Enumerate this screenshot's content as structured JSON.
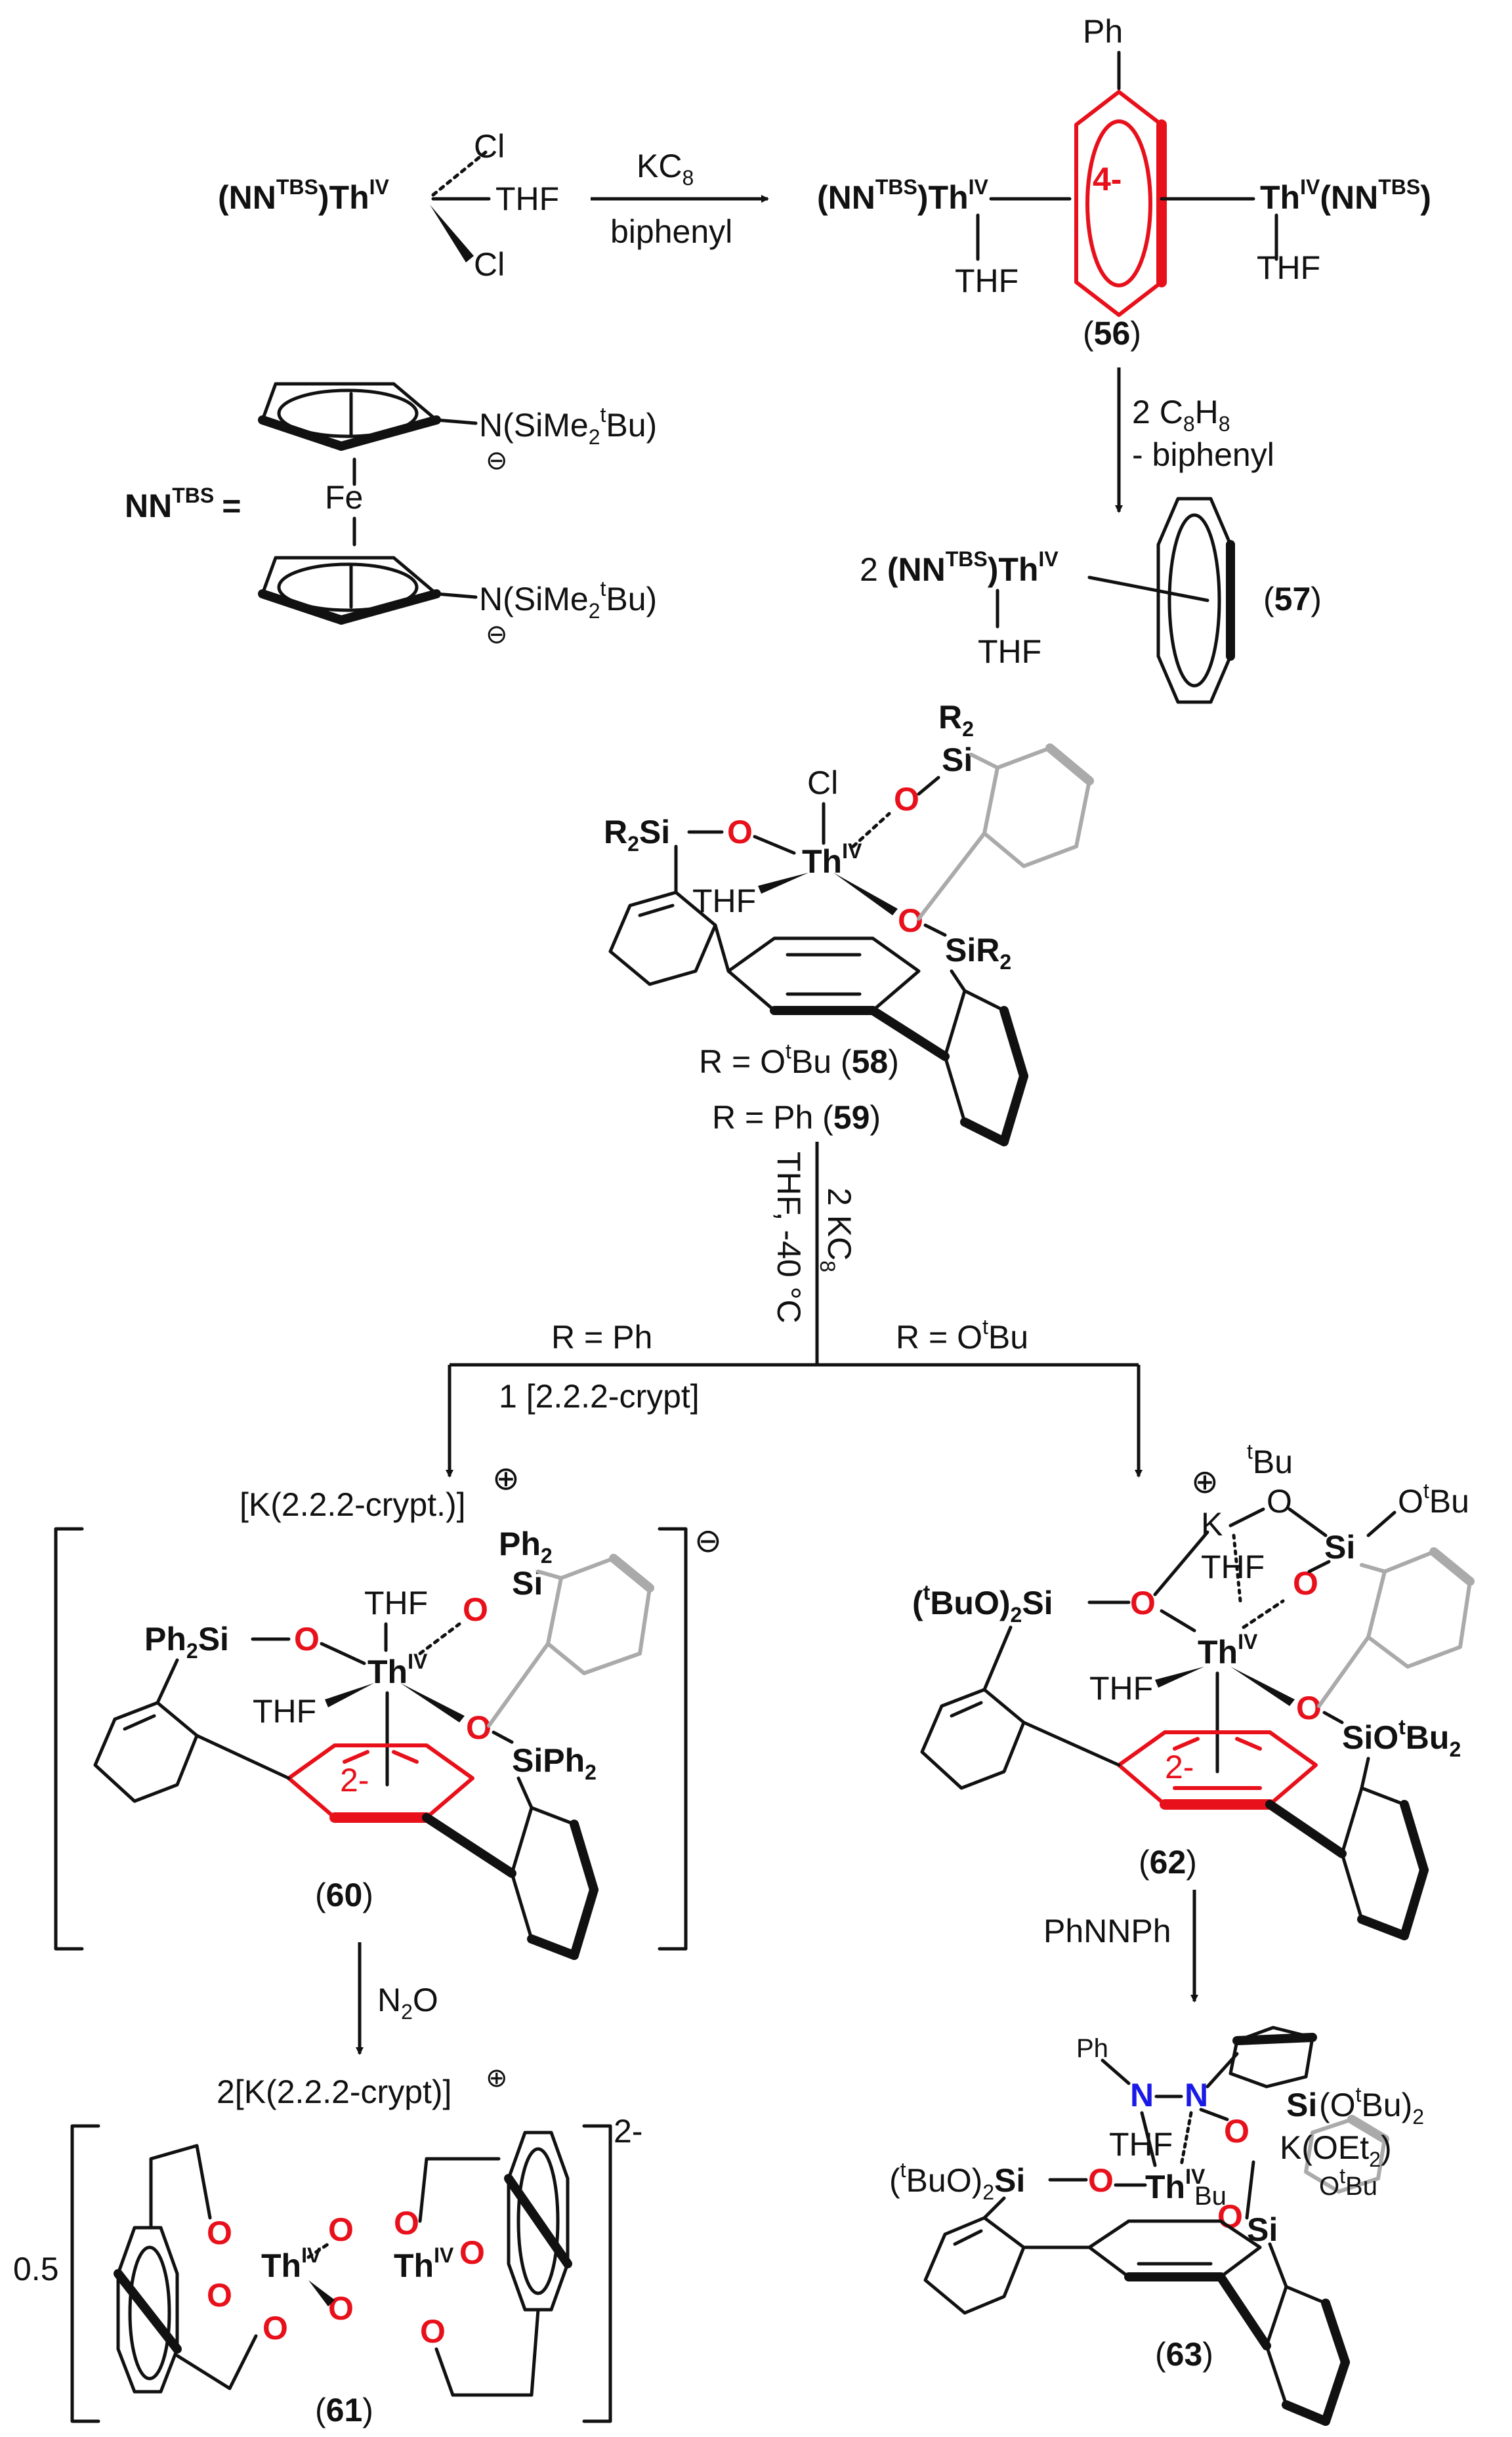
{
  "colors": {
    "oxygen": "#e8101a",
    "nitrogen": "#1a1ae8",
    "reduced_ring": "#e8101a",
    "back_ring": "#aaaaaa",
    "ink": "#111111"
  },
  "reaction1": {
    "start": {
      "left": "(NN",
      "sup": "TBS",
      "metal": ")Th",
      "ox": "IV",
      "cl_top": "Cl",
      "thf": "THF",
      "cl_bottom": "Cl"
    },
    "reagent": {
      "kc": "KC",
      "kc_sub": "8",
      "solvent": "biphenyl"
    }
  },
  "compound56": {
    "left_group": "(NN",
    "left_sup": "TBS",
    "left_metal": ")Th",
    "left_ox": "IV",
    "left_thf": "THF",
    "ring_substituent": "Ph",
    "ring_charge": "4-",
    "right_metal": "Th",
    "right_ox": "IV",
    "right_group": "(NN",
    "right_sup": "TBS",
    "right_close": ")",
    "right_thf": "THF",
    "label_open": "(",
    "label": "56",
    "label_close": ")"
  },
  "ligand_def": {
    "name": "NN",
    "sup": "TBS",
    "equals": "=",
    "fe": "Fe",
    "amide_top": "N(SiMe",
    "amide_top_sub": "2",
    "amide_top_sup": "t",
    "amide_top_end": "Bu)",
    "amide_bottom": "N(SiMe",
    "amide_bottom_sub": "2",
    "amide_bottom_sup": "t",
    "amide_bottom_end": "Bu)"
  },
  "reaction2": {
    "reagent_pre": "2 C",
    "reagent_sub": "8",
    "reagent_mid": "H",
    "reagent_sub2": "8",
    "byproduct": "- biphenyl"
  },
  "compound57": {
    "coef": "2",
    "group": "(NN",
    "sup": "TBS",
    "metal": ")Th",
    "ox": "IV",
    "thf": "THF",
    "label_open": "(",
    "label": "57",
    "label_close": ")"
  },
  "compound58_59": {
    "cl": "Cl",
    "r2si_left": "R",
    "r2si_left_sub": "2",
    "r2si_left_end": "Si",
    "o": "O",
    "r2_top": "R",
    "r2_top_sub": "2",
    "si_top": "Si",
    "th": "Th",
    "ox": "IV",
    "thf": "THF",
    "sir2_right": "SiR",
    "sir2_right_sub": "2",
    "r1_pre": "R = O",
    "r1_sup": "t",
    "r1_post": "Bu (",
    "r1_label": "58",
    "r1_close": ")",
    "r2_pre": "R = Ph (",
    "r2_label": "59",
    "r2_close": ")"
  },
  "reaction3": {
    "solvent": "THF, -40 °C",
    "reagent_pre": "2 KC",
    "reagent_sub": "8",
    "branch_left": "R = Ph",
    "branch_left_extra": "1 [2.2.2-crypt]",
    "branch_right_pre": "R = O",
    "branch_right_sup": "t",
    "branch_right_post": "Bu"
  },
  "compound60": {
    "cation": "[K(2.2.2-crypt.)]",
    "cation_charge": "⊕",
    "anion_charge": "⊖",
    "ph2si_left": "Ph",
    "ph2si_left_sub": "2",
    "ph2si_left_end": "Si",
    "ph2_top": "Ph",
    "ph2_top_sub": "2",
    "si_top": "Si",
    "thf_top": "THF",
    "thf_left": "THF",
    "th": "Th",
    "ox": "IV",
    "ring_charge": "2-",
    "siph2_right": "SiPh",
    "siph2_right_sub": "2",
    "o": "O",
    "label_open": "(",
    "label": "60",
    "label_close": ")"
  },
  "reaction4": {
    "reagent": "N",
    "reagent_sub": "2",
    "reagent_end": "O"
  },
  "compound61": {
    "cation": "2[K(2.2.2-crypt)]",
    "cation_charge": "⊕",
    "anion_charge": "2-",
    "coef": "0.5",
    "th": "Th",
    "ox": "IV",
    "o": "O",
    "label_open": "(",
    "label": "61",
    "label_close": ")"
  },
  "compound62": {
    "k": "K",
    "k_charge": "⊕",
    "tbu_sup": "t",
    "tbu": "Bu",
    "o": "O",
    "ot": "O",
    "ot_sup": "t",
    "ot_end": "Bu",
    "si": "Si",
    "thf_top": "THF",
    "thf_left": "THF",
    "left_group": "(",
    "left_sup": "t",
    "left_mid": "BuO)",
    "left_sub": "2",
    "left_end": "Si",
    "th": "Th",
    "ox": "IV",
    "ring_charge": "2-",
    "right_group": "SiO",
    "right_sup": "t",
    "right_end": "Bu",
    "right_sub": "2",
    "label_open": "(",
    "label": "62",
    "label_close": ")"
  },
  "reaction5": {
    "reagent": "PhNNPh"
  },
  "compound63": {
    "ph": "Ph",
    "n": "N",
    "thf": "THF",
    "th": "Th",
    "ox": "IV",
    "left_group": "(",
    "left_sup": "t",
    "left_mid": "BuO)",
    "left_sub": "2",
    "left_end": "Si",
    "si_top": "Si",
    "si_top_group": "(O",
    "si_top_sup": "t",
    "si_top_end": "Bu)",
    "si_top_sub": "2",
    "k": "K(OEt",
    "k_sub": "2",
    "k_end": ")",
    "bu": "Bu",
    "ot": "O",
    "ot_sup": "t",
    "ot_end": "Bu",
    "o": "O",
    "si": "Si",
    "label_open": "(",
    "label": "63",
    "label_close": ")"
  }
}
